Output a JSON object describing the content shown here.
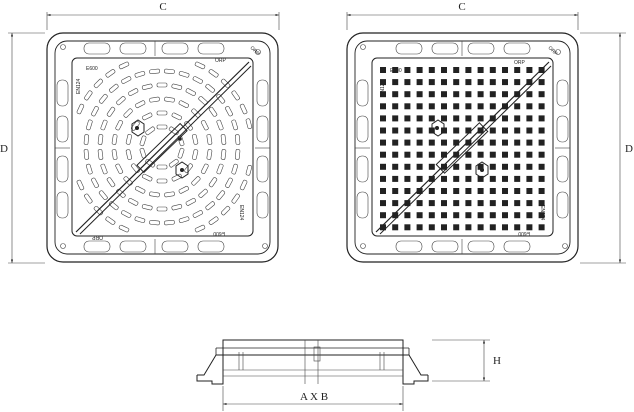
{
  "dimensions": {
    "left_width": "C",
    "left_height": "D",
    "right_width": "C",
    "right_height": "D",
    "section_height": "H",
    "section_width": "A X B"
  },
  "cover_left": {
    "class": "E600",
    "standard": "EN124",
    "maker": "ORP",
    "brand_corner": "ORP",
    "class_corner": "E600",
    "standard_corner": "EN124"
  },
  "cover_right": {
    "class": "E600",
    "standard": "EN124",
    "maker": "ORP",
    "brand_corner": "ORP",
    "class_corner": "E600",
    "standard_corner": "EN124"
  },
  "colors": {
    "line": "#222222",
    "background": "#ffffff"
  }
}
